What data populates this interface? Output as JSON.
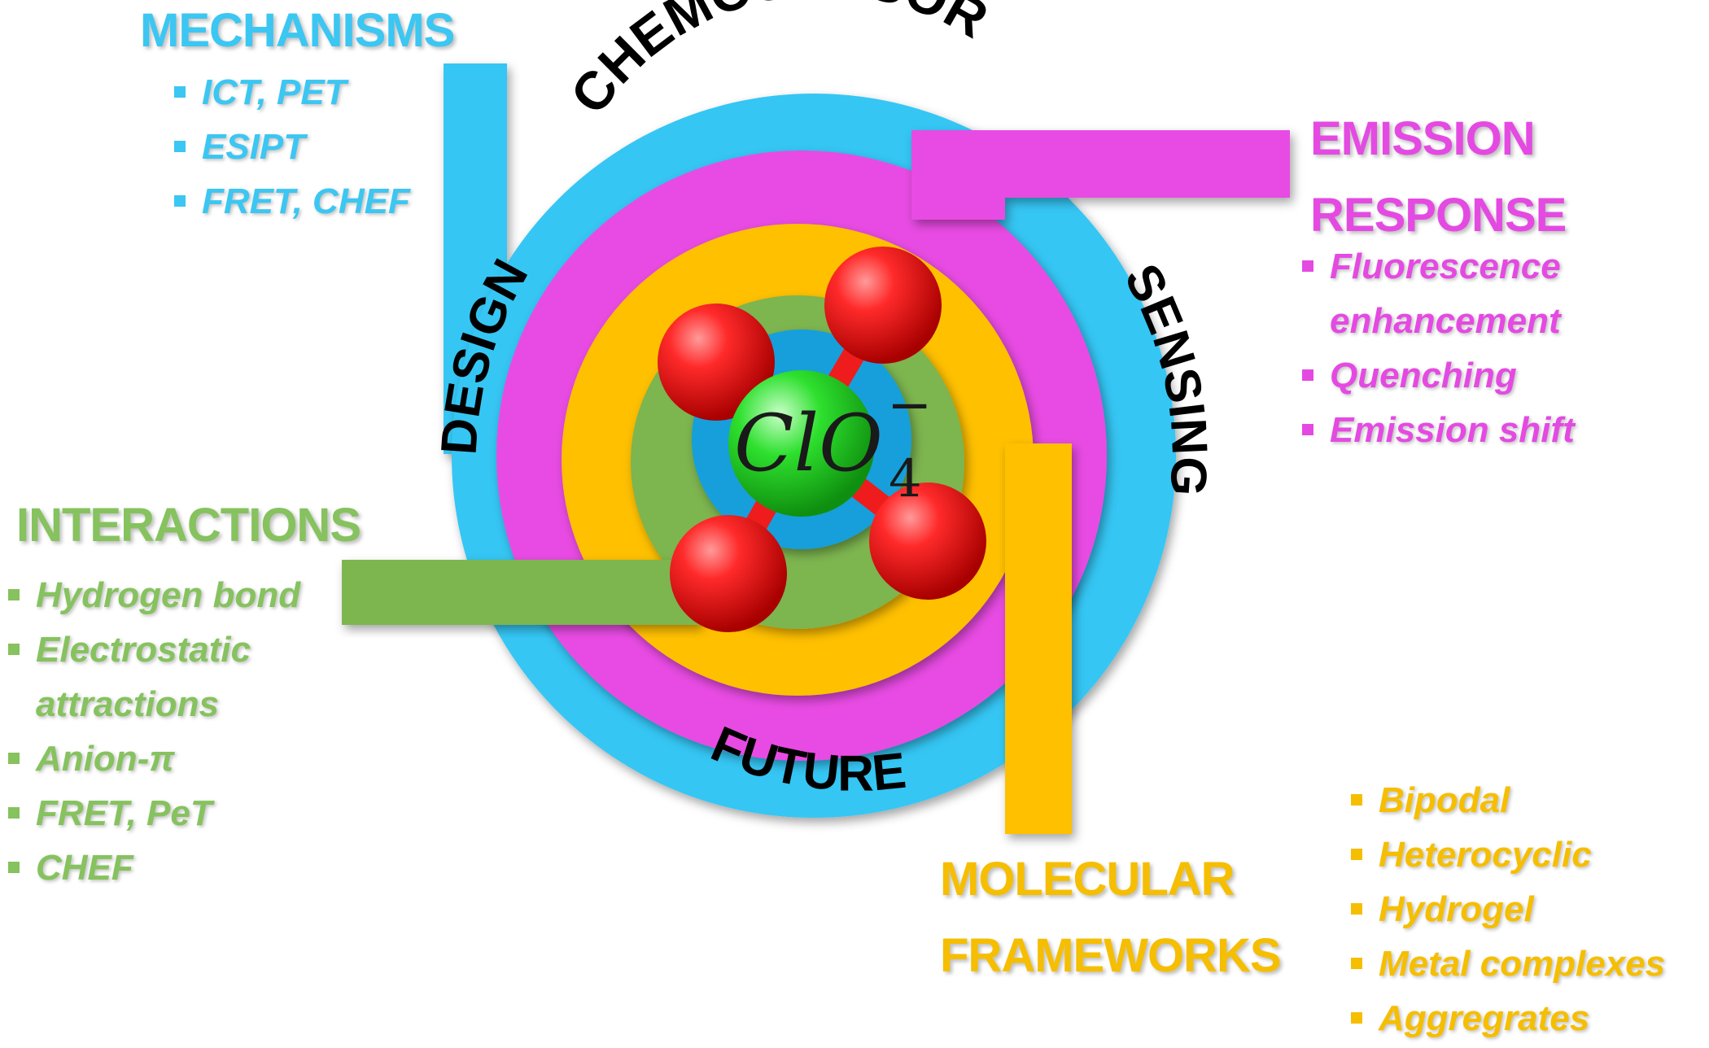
{
  "center": {
    "ion_main": "ClO",
    "ion_subscript": "4",
    "ion_superscript": "−"
  },
  "ring_labels": {
    "top": "CHEMOSENSOR",
    "left": "DESIGN",
    "right": "SENSING",
    "bottom": "FUTURE"
  },
  "mechanisms": {
    "title": "MECHANISMS",
    "items": [
      "ICT, PET",
      "ESIPT",
      "FRET, CHEF"
    ]
  },
  "emission": {
    "title_lines": [
      "EMISSION",
      "RESPONSE"
    ],
    "items": [
      [
        "Fluorescence",
        "enhancement"
      ],
      [
        "Quenching"
      ],
      [
        "Emission shift"
      ]
    ]
  },
  "interactions": {
    "title": "INTERACTIONS",
    "items": [
      [
        "Hydrogen bond"
      ],
      [
        "Electrostatic",
        "attractions"
      ],
      [
        "Anion-π"
      ],
      [
        "FRET, PeT"
      ],
      [
        "CHEF"
      ]
    ]
  },
  "frameworks": {
    "title_lines": [
      "MOLECULAR",
      "FRAMEWORKS"
    ],
    "items": [
      "Bipodal",
      "Heterocyclic",
      "Hydrogel",
      "Metal complexes",
      "Aggregrates"
    ]
  },
  "colors": {
    "blue": "#35C6F4",
    "magenta": "#E84BE3",
    "orange": "#FFC000",
    "green": "#7DB550",
    "inner_blue": "#139FDB",
    "atom_red": "#EE1C1C",
    "atom_green": "#33D633",
    "text_blue": "#3CC6F2",
    "text_magenta": "#E44AE2",
    "text_green": "#86C25E",
    "text_orange": "#F6BE00"
  }
}
